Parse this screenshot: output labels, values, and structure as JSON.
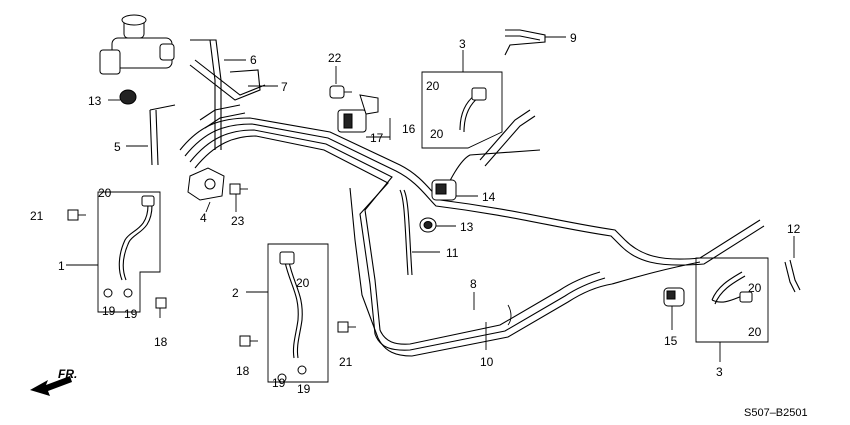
{
  "diagram_code": "S507–B2501",
  "direction_label": "FR.",
  "callouts": [
    {
      "id": "c9",
      "text": "9"
    },
    {
      "id": "c3a",
      "text": "3"
    },
    {
      "id": "c6",
      "text": "6"
    },
    {
      "id": "c7",
      "text": "7"
    },
    {
      "id": "c22",
      "text": "22"
    },
    {
      "id": "c13a",
      "text": "13"
    },
    {
      "id": "c20a",
      "text": "20"
    },
    {
      "id": "c20b",
      "text": "20"
    },
    {
      "id": "c16",
      "text": "16"
    },
    {
      "id": "c17",
      "text": "17"
    },
    {
      "id": "c5",
      "text": "5"
    },
    {
      "id": "c14",
      "text": "14"
    },
    {
      "id": "c20c",
      "text": "20"
    },
    {
      "id": "c21a",
      "text": "21"
    },
    {
      "id": "c4",
      "text": "4"
    },
    {
      "id": "c23",
      "text": "23"
    },
    {
      "id": "c13b",
      "text": "13"
    },
    {
      "id": "c11",
      "text": "11"
    },
    {
      "id": "c1",
      "text": "1"
    },
    {
      "id": "c12",
      "text": "12"
    },
    {
      "id": "c2",
      "text": "2"
    },
    {
      "id": "c20d",
      "text": "20"
    },
    {
      "id": "c8",
      "text": "8"
    },
    {
      "id": "c20e",
      "text": "20"
    },
    {
      "id": "c19a",
      "text": "19"
    },
    {
      "id": "c19b",
      "text": "19"
    },
    {
      "id": "c18a",
      "text": "18"
    },
    {
      "id": "c21b",
      "text": "21"
    },
    {
      "id": "c10",
      "text": "10"
    },
    {
      "id": "c15",
      "text": "15"
    },
    {
      "id": "c20f",
      "text": "20"
    },
    {
      "id": "c3b",
      "text": "3"
    },
    {
      "id": "c18b",
      "text": "18"
    },
    {
      "id": "c19c",
      "text": "19"
    },
    {
      "id": "c19d",
      "text": "19"
    }
  ]
}
